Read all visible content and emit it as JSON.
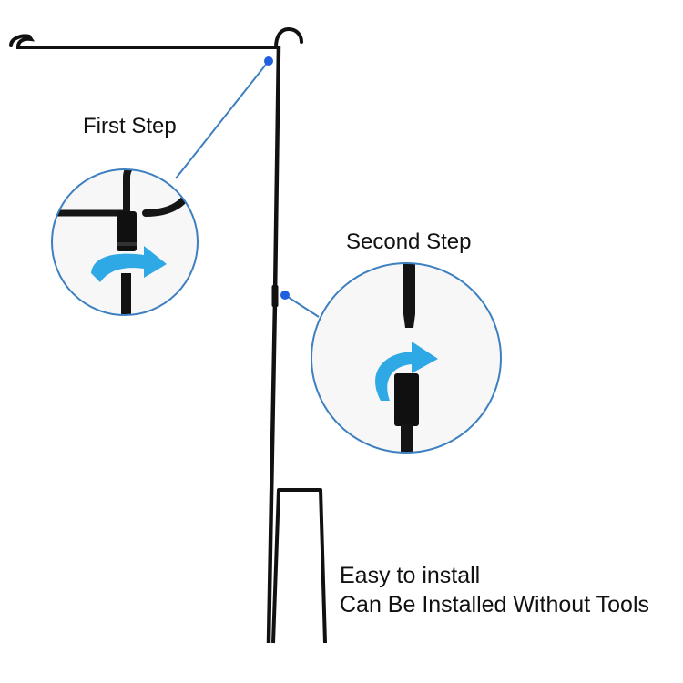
{
  "labels": {
    "first_step": "First Step",
    "second_step": "Second Step",
    "footer_line_1": "Easy to install",
    "footer_line_2": "Can Be Installed Without Tools"
  },
  "colors": {
    "pole": "#111111",
    "callout_ring": "#3d7fc0",
    "marker_dot": "#1f5fe0",
    "arrow": "#2fa8e6",
    "background": "#ffffff"
  }
}
